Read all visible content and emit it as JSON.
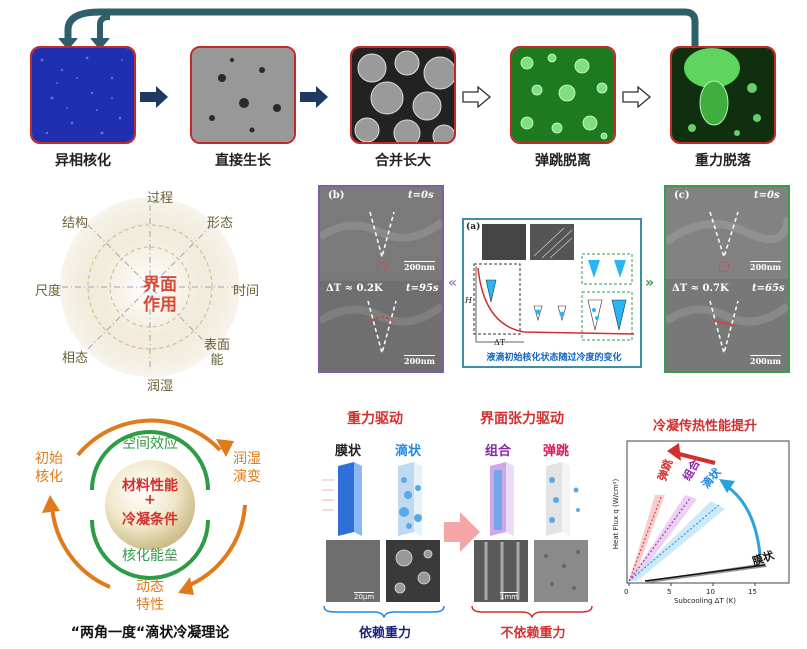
{
  "stages": [
    {
      "label": "异相核化"
    },
    {
      "label": "直接生长"
    },
    {
      "label": "合并长大"
    },
    {
      "label": "弹跳脱离"
    },
    {
      "label": "重力脱落"
    }
  ],
  "radial": {
    "center_line1": "界面",
    "center_line2": "作用",
    "labels": {
      "top": "过程",
      "top_left": "结构",
      "top_right": "形态",
      "left": "尺度",
      "right": "时间",
      "bottom_left": "相态",
      "bottom_right": "表面能",
      "bottom": "润湿"
    }
  },
  "sem_left": {
    "panel_b": "(b)",
    "t_top": "t=0s",
    "scale_top": "200nm",
    "dT": "ΔT ≈ 0.2K",
    "t_bottom": "t=95s",
    "scale_bottom": "200nm"
  },
  "sem_right": {
    "panel_c": "(c)",
    "t_top": "t=0s",
    "scale_top": "200nm",
    "dT": "ΔT ≈ 0.7K",
    "t_bottom": "t=65s",
    "scale_bottom": "200nm"
  },
  "inset": {
    "panel_a": "(a)",
    "caption": "液滴初始核化状态随过冷度的变化",
    "axis_h": "H",
    "axis_dT": "ΔT"
  },
  "cycle": {
    "top": "空间效应",
    "bottom": "核化能垒",
    "left": "初始核化",
    "right": "润湿演变",
    "bottom_outer": "动态特性",
    "center_line1": "材料性能",
    "center_plus": "+",
    "center_line2": "冷凝条件"
  },
  "theory_title": "“两角一度“滴状冷凝理论",
  "modes": {
    "gravity_title": "重力驱动",
    "interface_title": "界面张力驱动",
    "film": "膜状",
    "dropwise": "滴状",
    "combine": "组合",
    "jump": "弹跳",
    "gravity_dep": "依赖重力",
    "gravity_indep": "不依赖重力",
    "scale1": "20μm",
    "scale2": "1mm"
  },
  "perf_chart": {
    "title": "冷凝传热性能提升",
    "xlabel": "Subcooling ΔT (K)",
    "ylabel": "Heat Flux q (W/cm²)",
    "xticks": [
      "0",
      "5",
      "10",
      "15"
    ],
    "series_labels": {
      "jump": "弹跳",
      "combine": "组合",
      "dropwise": "滴状",
      "film": "膜状"
    }
  },
  "colors": {
    "frame_red": "#c62828",
    "top_arrow": "#2f5f6b",
    "radial_text": "#6a6034",
    "cycle_orange": "#e07b1c",
    "cycle_green": "#2e9b45",
    "sem_left_border": "#7b5fa8",
    "sem_right_border": "#3e9a4c",
    "inset_border": "#3f8fa0",
    "title_red": "#d32f2f",
    "dep_blue": "#1a237e"
  }
}
